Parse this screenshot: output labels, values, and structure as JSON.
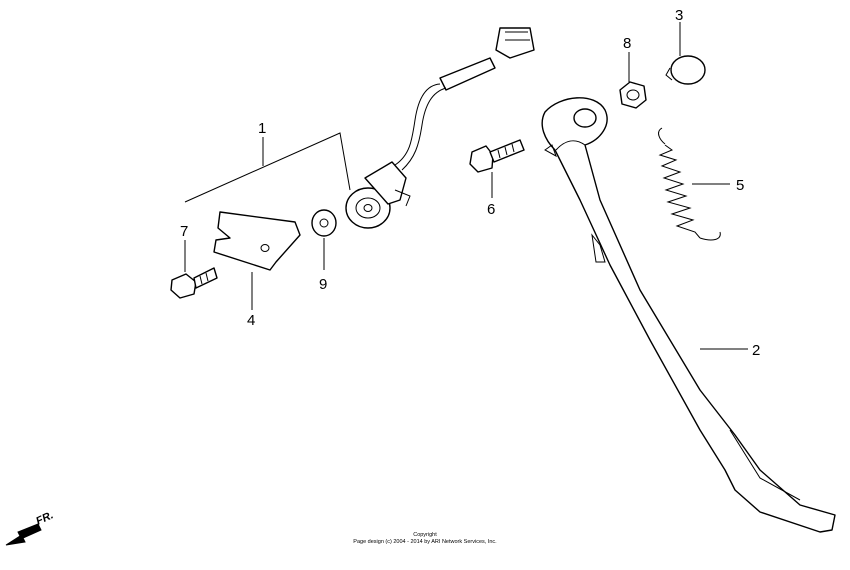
{
  "diagram": {
    "callouts": [
      {
        "id": "1",
        "label": "1"
      },
      {
        "id": "2",
        "label": "2"
      },
      {
        "id": "3",
        "label": "3"
      },
      {
        "id": "4",
        "label": "4"
      },
      {
        "id": "5",
        "label": "5"
      },
      {
        "id": "6",
        "label": "6"
      },
      {
        "id": "7",
        "label": "7"
      },
      {
        "id": "8",
        "label": "8"
      },
      {
        "id": "9",
        "label": "9"
      }
    ],
    "direction_label": "FR.",
    "copyright": {
      "line1": "Copyright",
      "line2": "Page design (c) 2004 - 2014 by ARI Network Services, Inc."
    }
  }
}
